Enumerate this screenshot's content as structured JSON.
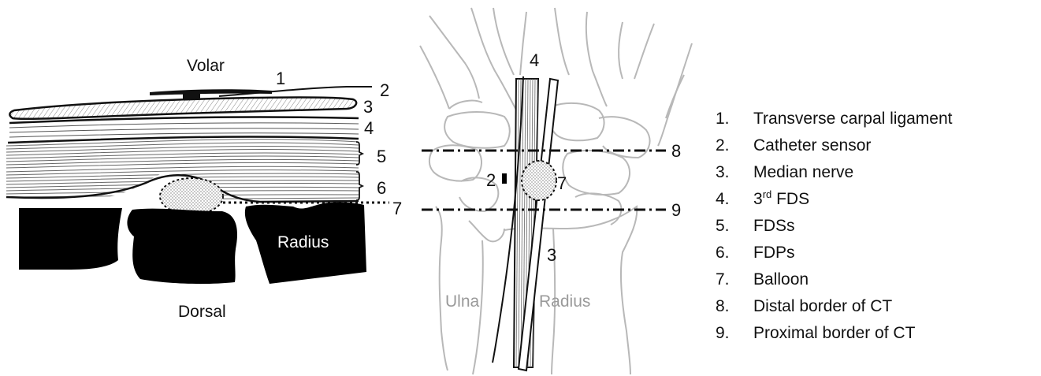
{
  "cross_section": {
    "top_label": "Volar",
    "bottom_label": "Dorsal",
    "bone_label": "Radius",
    "callouts": [
      "1",
      "2",
      "3",
      "4",
      "5",
      "6",
      "7"
    ]
  },
  "wrist": {
    "callouts": [
      "4",
      "8",
      "2",
      "7",
      "9",
      "3"
    ],
    "ulna_label": "Ulna",
    "radius_label": "Radius"
  },
  "legend": {
    "items": [
      {
        "num": "1.",
        "text": "Transverse carpal ligament"
      },
      {
        "num": "2.",
        "text": "Catheter sensor"
      },
      {
        "num": "3.",
        "text": "Median nerve"
      },
      {
        "num": "4.",
        "pre": "3",
        "sup": "rd",
        "text": " FDS"
      },
      {
        "num": "5.",
        "text": "FDSs"
      },
      {
        "num": "6.",
        "text": "FDPs"
      },
      {
        "num": "7.",
        "text": "Balloon"
      },
      {
        "num": "8.",
        "text": "Distal border of CT"
      },
      {
        "num": "9.",
        "text": "Proximal border of CT"
      }
    ]
  }
}
